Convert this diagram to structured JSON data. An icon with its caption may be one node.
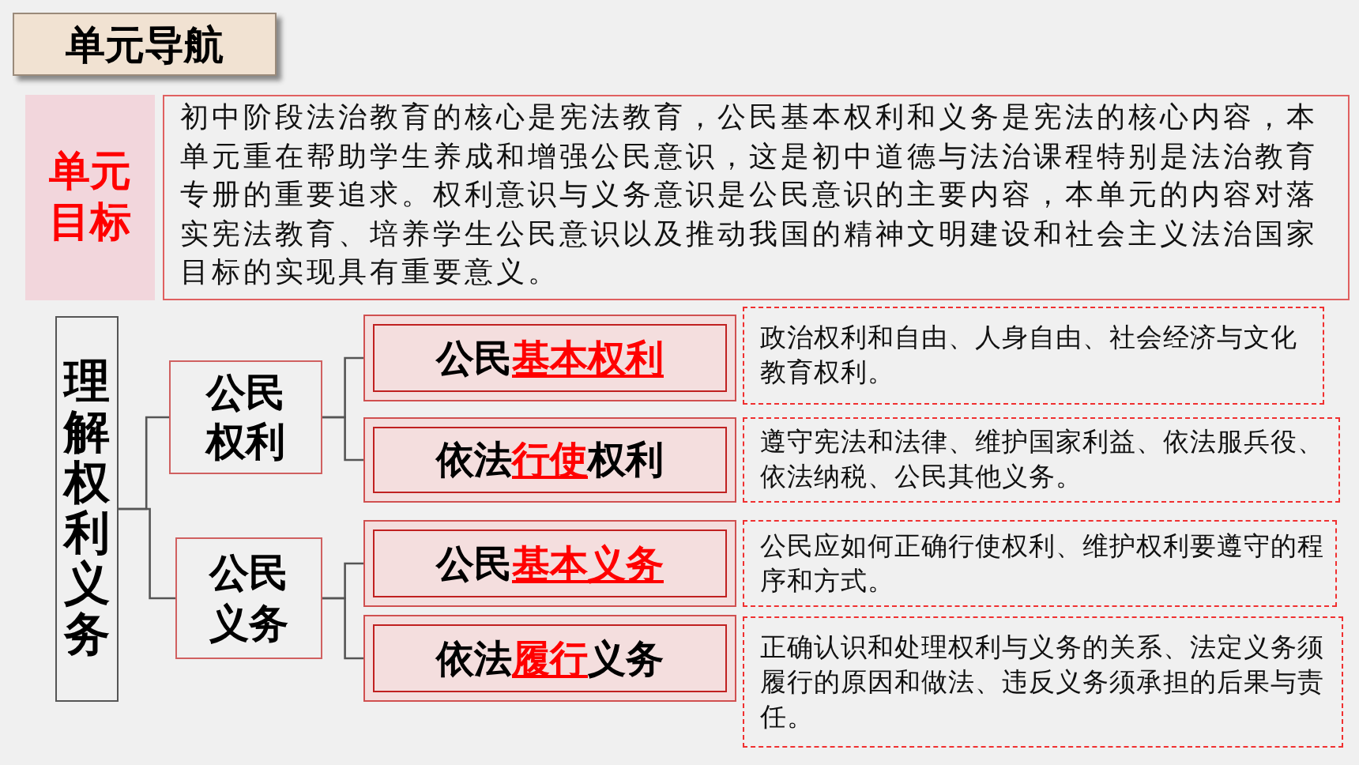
{
  "diagram": {
    "nodes": [
      {
        "text": [
          "单元导航"
        ]
      },
      {
        "text": [
          "单元目标"
        ]
      },
      {
        "text": [
          "初中阶段法治教育的核心是宪法教育，公民基本权利和义务是宪法的核心内容，本单元重在帮助学生养成和增强公民意识，这是初中道德与法治课程特别是法治教育专册的重要追求。权利意识与义务意识是公民意识的主要内容，本单元的内容对落实宪法教育、培养学生公民意识以及推动我国的精神文明建设和社会主义法治国家目标的实现具有重要意义。"
        ]
      },
      {
        "text": [
          "理解权利义务"
        ]
      },
      {
        "text": [
          "公民权利"
        ]
      },
      {
        "text": [
          "公民义务"
        ]
      },
      {
        "text": [
          "公民",
          "基本权利"
        ]
      },
      {
        "text": [
          "依法",
          "行使",
          "权利"
        ]
      },
      {
        "text": [
          "公民",
          "基本义务"
        ]
      },
      {
        "text": [
          "依法",
          "履行",
          "义务"
        ]
      },
      {
        "text": [
          "政治权利和自由、人身自由、社会经济与文化教育权利。"
        ]
      },
      {
        "text": [
          "遵守宪法和法律、维护国家利益、依法服兵役、依法纳税、公民其他义务。"
        ]
      },
      {
        "text": [
          "公民应如何正确行使权利、维护权利要遵守的程序和方式。"
        ]
      },
      {
        "text": [
          "正确认识和处理权利与义务的关系、法定义务须履行的原因和做法、违反义务须承担的后果与责任。"
        ]
      }
    ],
    "edges": [
      {
        "from": 3,
        "to": 4,
        "arrow": "none"
      },
      {
        "from": 3,
        "to": 5,
        "arrow": "none"
      },
      {
        "from": 4,
        "to": 6,
        "arrow": "none"
      },
      {
        "from": 4,
        "to": 7,
        "arrow": "none"
      },
      {
        "from": 5,
        "to": 8,
        "arrow": "none"
      },
      {
        "from": 5,
        "to": 9,
        "arrow": "none"
      }
    ]
  }
}
